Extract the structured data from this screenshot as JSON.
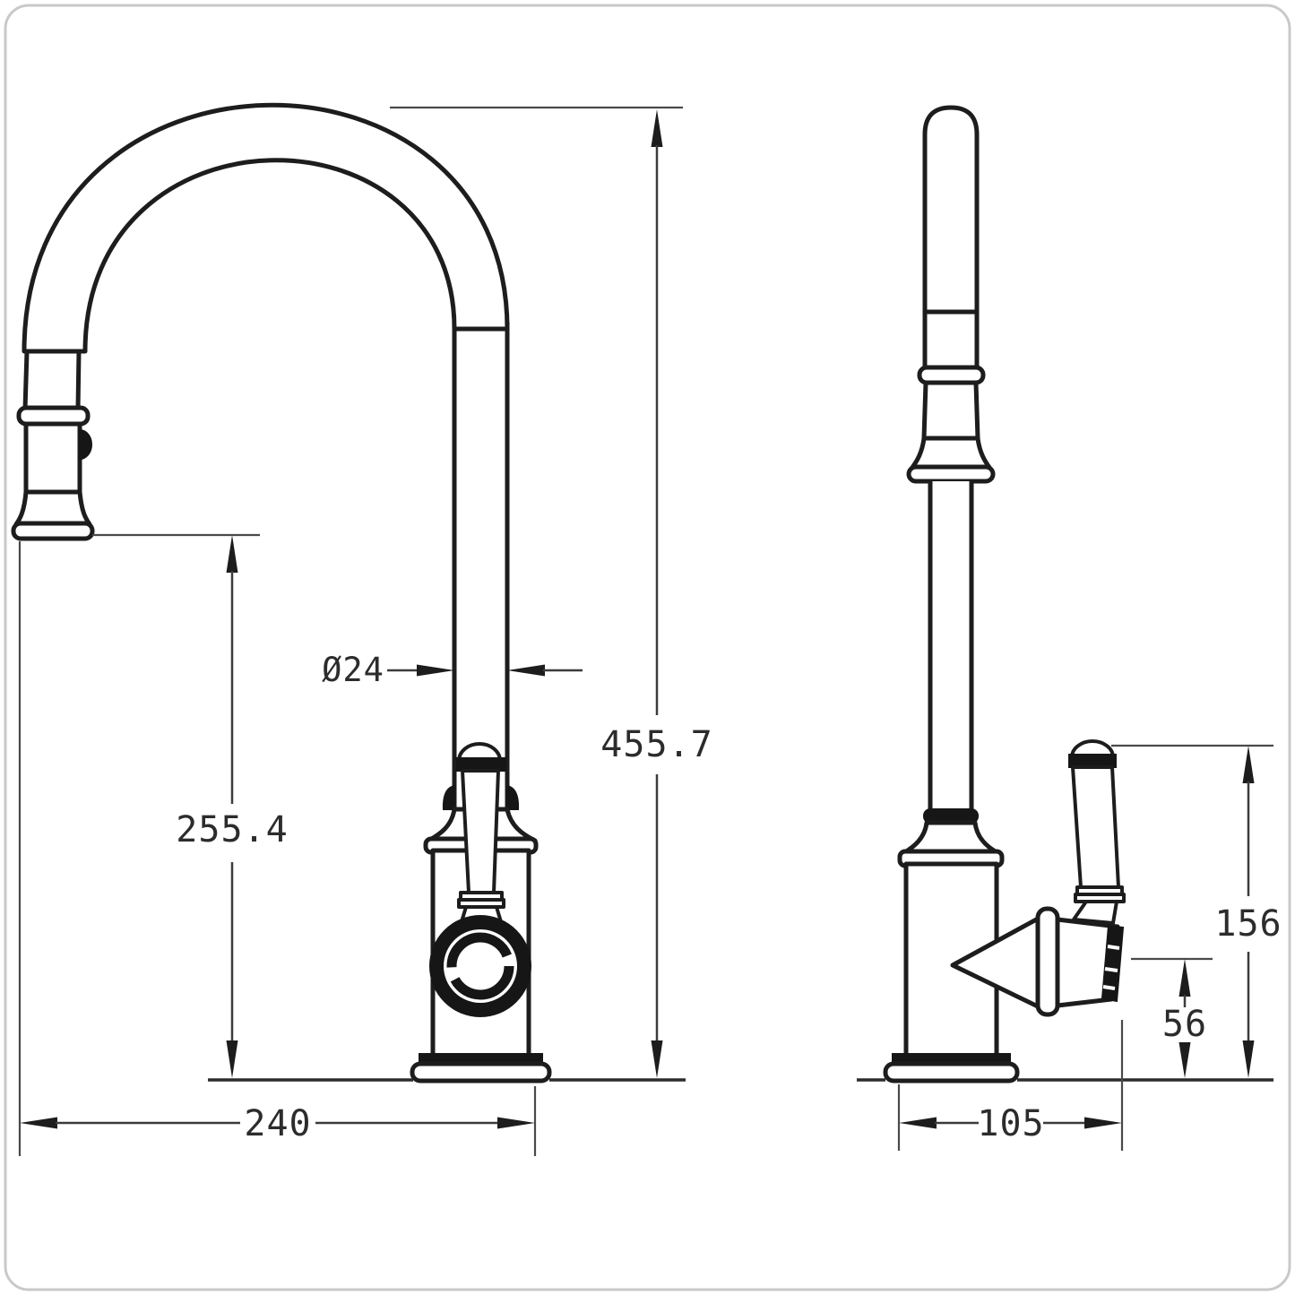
{
  "drawing": {
    "type": "technical-drawing",
    "subject": "kitchen pull-down faucet, two orthographic views",
    "colors": {
      "line": "#1d1d1d",
      "dimension_line": "#3c3c3c",
      "background": "#ffffff",
      "frame_border": "#c9c9c9"
    },
    "dimensions": {
      "overall_height": {
        "label": "455.7"
      },
      "spout_clearance": {
        "label": "255.4"
      },
      "spout_diameter": {
        "label": "Ø24"
      },
      "overall_depth": {
        "label": "240"
      },
      "base_depth": {
        "label": "105"
      },
      "handle_height": {
        "label": "156"
      },
      "outlet_height": {
        "label": "56"
      }
    }
  }
}
